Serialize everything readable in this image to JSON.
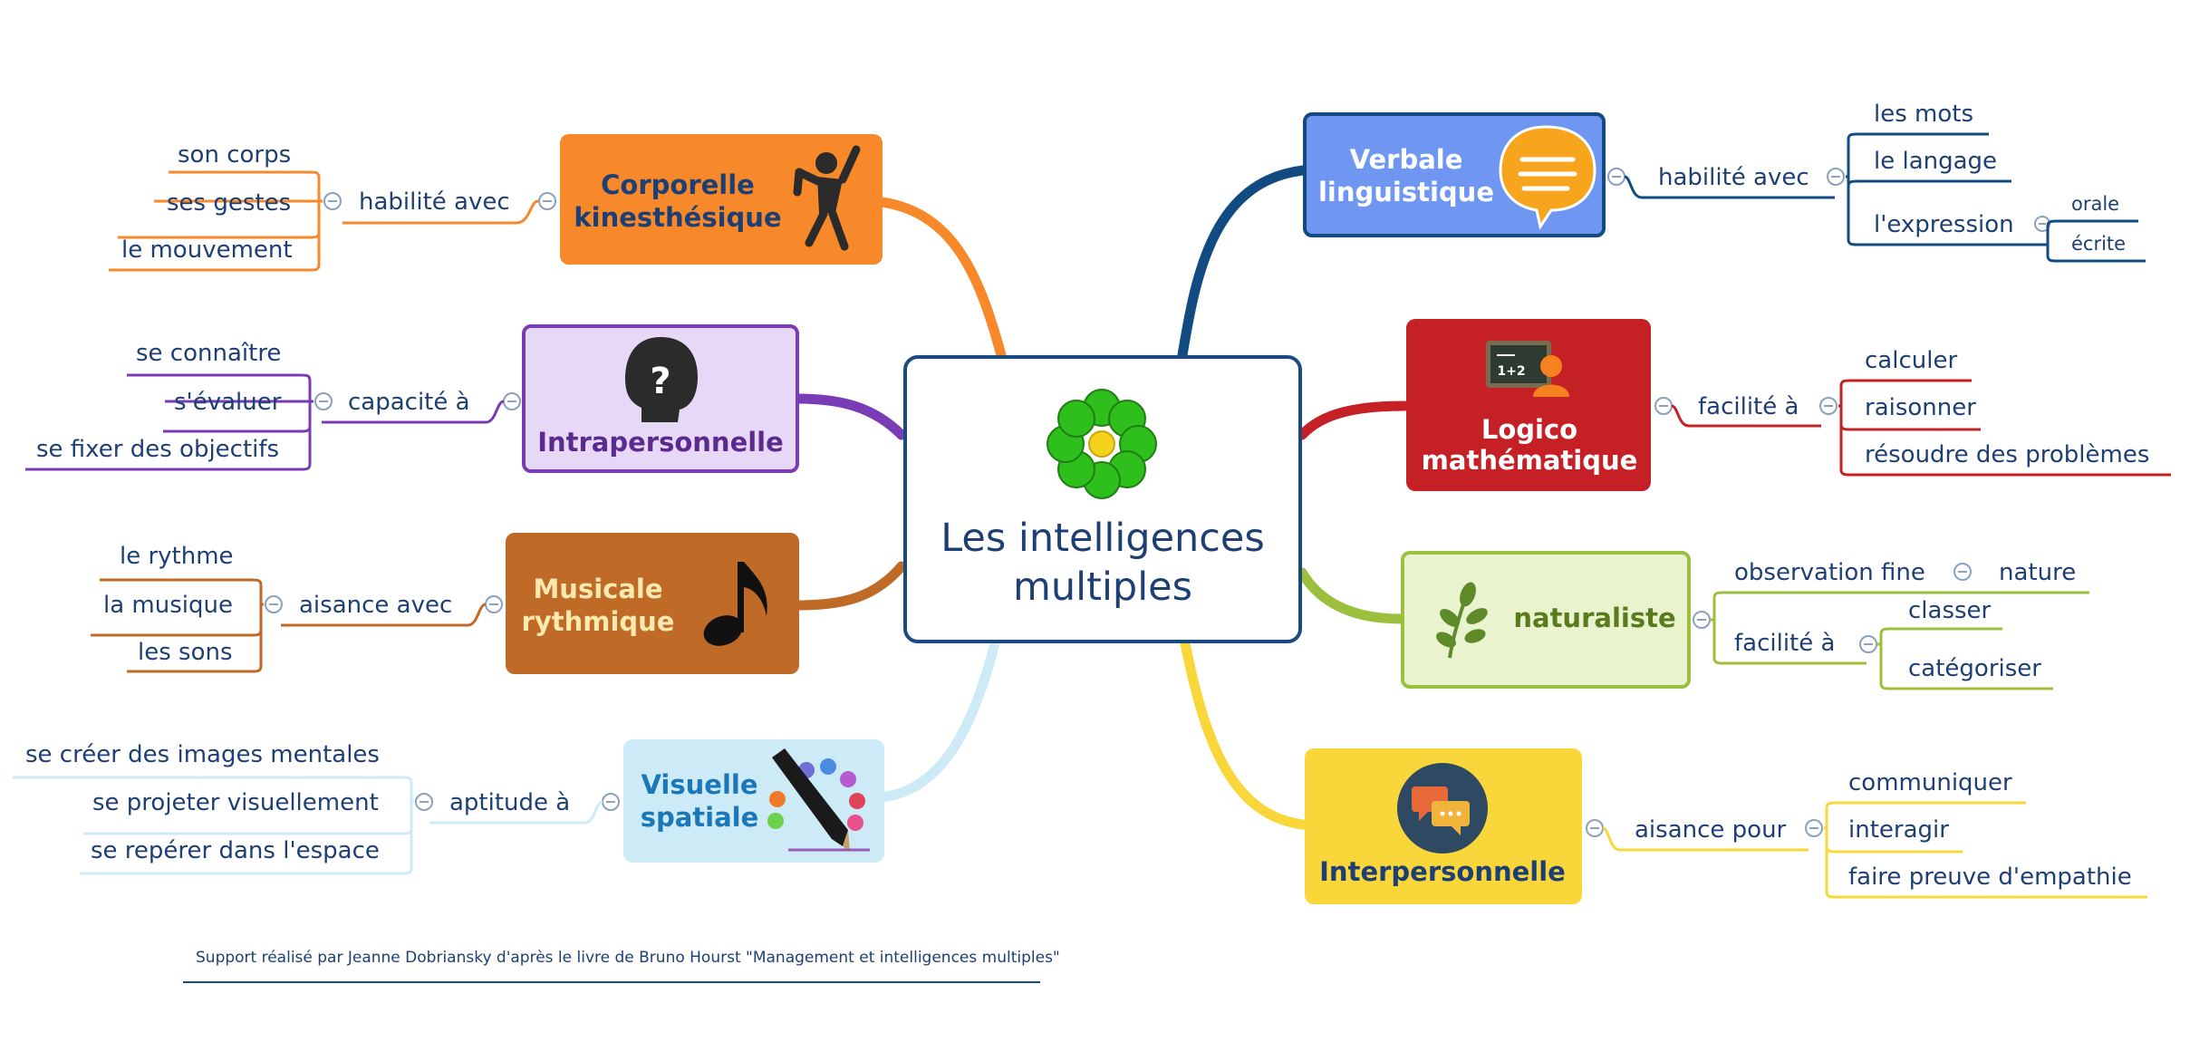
{
  "center": {
    "line1": "Les intelligences",
    "line2": "multiples",
    "icon": "flower-icon"
  },
  "credit": "Support réalisé par Jeanne Dobriansky d'après le livre de Bruno Hourst \"Management et intelligences multiples\"",
  "colors": {
    "corporelle": "#f7892a",
    "intrapersonnelle": "#7a3cb5",
    "musicale": "#bf6a26",
    "visuelle": "#cdeaf7",
    "verbale": "#114b82",
    "logico": "#c42026",
    "naturaliste": "#9cbf3e",
    "interpersonnelle": "#f9d73a",
    "text": "#1e3f73"
  },
  "branches": {
    "corporelle": {
      "line1": "Corporelle",
      "line2": "kinesthésique",
      "icon": "climber-icon",
      "relation": "habilité avec",
      "items": [
        "son corps",
        "ses gestes",
        "le mouvement"
      ]
    },
    "intrapersonnelle": {
      "title": "Intrapersonnelle",
      "icon": "question-head-icon",
      "relation": "capacité à",
      "items": [
        "se connaître",
        "s'évaluer",
        "se fixer des objectifs"
      ]
    },
    "musicale": {
      "line1": "Musicale",
      "line2": "rythmique",
      "icon": "music-note-icon",
      "relation": "aisance avec",
      "items": [
        "le rythme",
        "la musique",
        "les sons"
      ]
    },
    "visuelle": {
      "line1": "Visuelle",
      "line2": "spatiale",
      "icon": "palette-pencil-icon",
      "relation": "aptitude à",
      "items": [
        "se créer des images mentales",
        "se projeter visuellement",
        "se repérer dans l'espace"
      ]
    },
    "verbale": {
      "line1": "Verbale",
      "line2": "linguistique",
      "icon": "speech-bubble-icon",
      "relation": "habilité avec",
      "items": [
        "les mots",
        "le langage",
        "l'expression"
      ],
      "subitems": [
        "orale",
        "écrite"
      ]
    },
    "logico": {
      "line1": "Logico",
      "line2": "mathématique",
      "icon": "teacher-board-icon",
      "relation": "facilité à",
      "items": [
        "calculer",
        "raisonner",
        "résoudre des problèmes"
      ]
    },
    "naturaliste": {
      "title": "naturaliste",
      "icon": "leaf-icon",
      "relation1": "observation fine",
      "item1": "nature",
      "relation2": "facilité à",
      "items": [
        "classer",
        "catégoriser"
      ]
    },
    "interpersonnelle": {
      "title": "Interpersonnelle",
      "icon": "chat-bubbles-icon",
      "relation": "aisance pour",
      "items": [
        "communiquer",
        "interagir",
        "faire preuve d'empathie"
      ]
    }
  }
}
